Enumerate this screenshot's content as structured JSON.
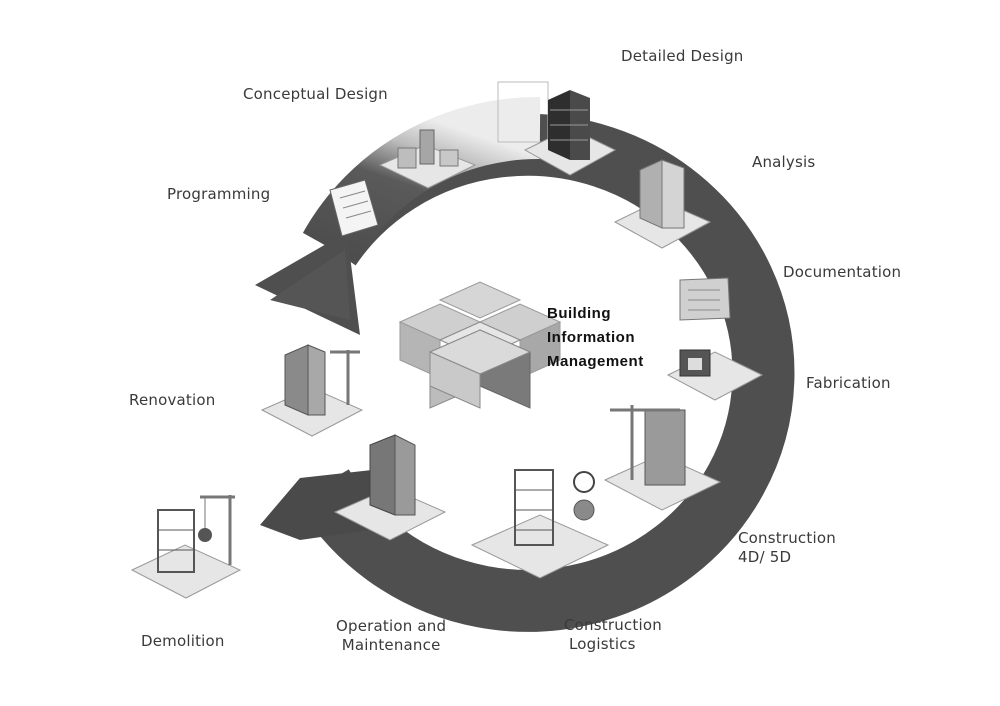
{
  "center_title": {
    "line1": "Building",
    "line2": "Information",
    "line3": "Management"
  },
  "stages": {
    "detailed_design": "Detailed Design",
    "conceptual_design": "Conceptual Design",
    "analysis": "Analysis",
    "programming": "Programming",
    "documentation": "Documentation",
    "fabrication": "Fabrication",
    "renovation": "Renovation",
    "construction_4d5d": [
      "Construction",
      "4D/ 5D"
    ],
    "construction_logistics": [
      "Construction",
      "Logistics"
    ],
    "operation_maintenance": [
      "Operation and",
      "Maintenance"
    ],
    "demolition": "Demolition"
  },
  "colors": {
    "ring": "#555555",
    "ring_light": "#dcdcdc",
    "tile": "#e8e8e8",
    "building": "#8f8f8f"
  }
}
